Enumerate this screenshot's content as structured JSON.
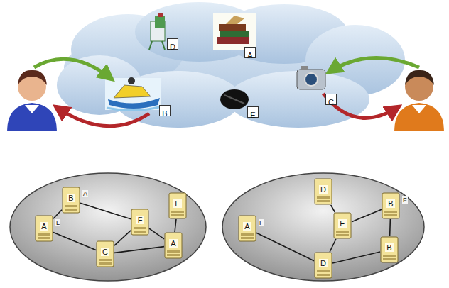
{
  "diagram": {
    "nodes": [
      {
        "text": [
          "D"
        ]
      },
      {
        "text": [
          "A"
        ]
      },
      {
        "text": [
          "B"
        ]
      },
      {
        "text": [
          "E"
        ]
      },
      {
        "text": [
          "C"
        ]
      },
      {
        "text": [
          "A"
        ]
      },
      {
        "text": [
          "B"
        ]
      },
      {
        "text": [
          "F"
        ]
      },
      {
        "text": [
          "E"
        ]
      },
      {
        "text": [
          "C"
        ]
      },
      {
        "text": [
          "A"
        ]
      },
      {
        "text": [
          "A"
        ]
      },
      {
        "text": [
          "D"
        ]
      },
      {
        "text": [
          "E"
        ]
      },
      {
        "text": [
          "B"
        ]
      },
      {
        "text": [
          "D"
        ]
      },
      {
        "text": [
          "B"
        ]
      }
    ],
    "edges": [
      {
        "from": 5,
        "to": 6,
        "arrow": "none"
      },
      {
        "from": 6,
        "to": 7,
        "arrow": "none"
      },
      {
        "from": 5,
        "to": 9,
        "arrow": "none"
      },
      {
        "from": 9,
        "to": 7,
        "arrow": "none"
      },
      {
        "from": 7,
        "to": 10,
        "arrow": "none"
      },
      {
        "from": 8,
        "to": 10,
        "arrow": "none"
      },
      {
        "from": 9,
        "to": 10,
        "arrow": "none"
      },
      {
        "from": 12,
        "to": 13,
        "arrow": "none"
      },
      {
        "from": 13,
        "to": 14,
        "arrow": "none"
      },
      {
        "from": 13,
        "to": 15,
        "arrow": "none"
      },
      {
        "from": 11,
        "to": 15,
        "arrow": "none"
      },
      {
        "from": 15,
        "to": 16,
        "arrow": "none"
      },
      {
        "from": 14,
        "to": 16,
        "arrow": "none"
      }
    ],
    "labels": [
      "L",
      "A",
      "F",
      "F"
    ]
  }
}
